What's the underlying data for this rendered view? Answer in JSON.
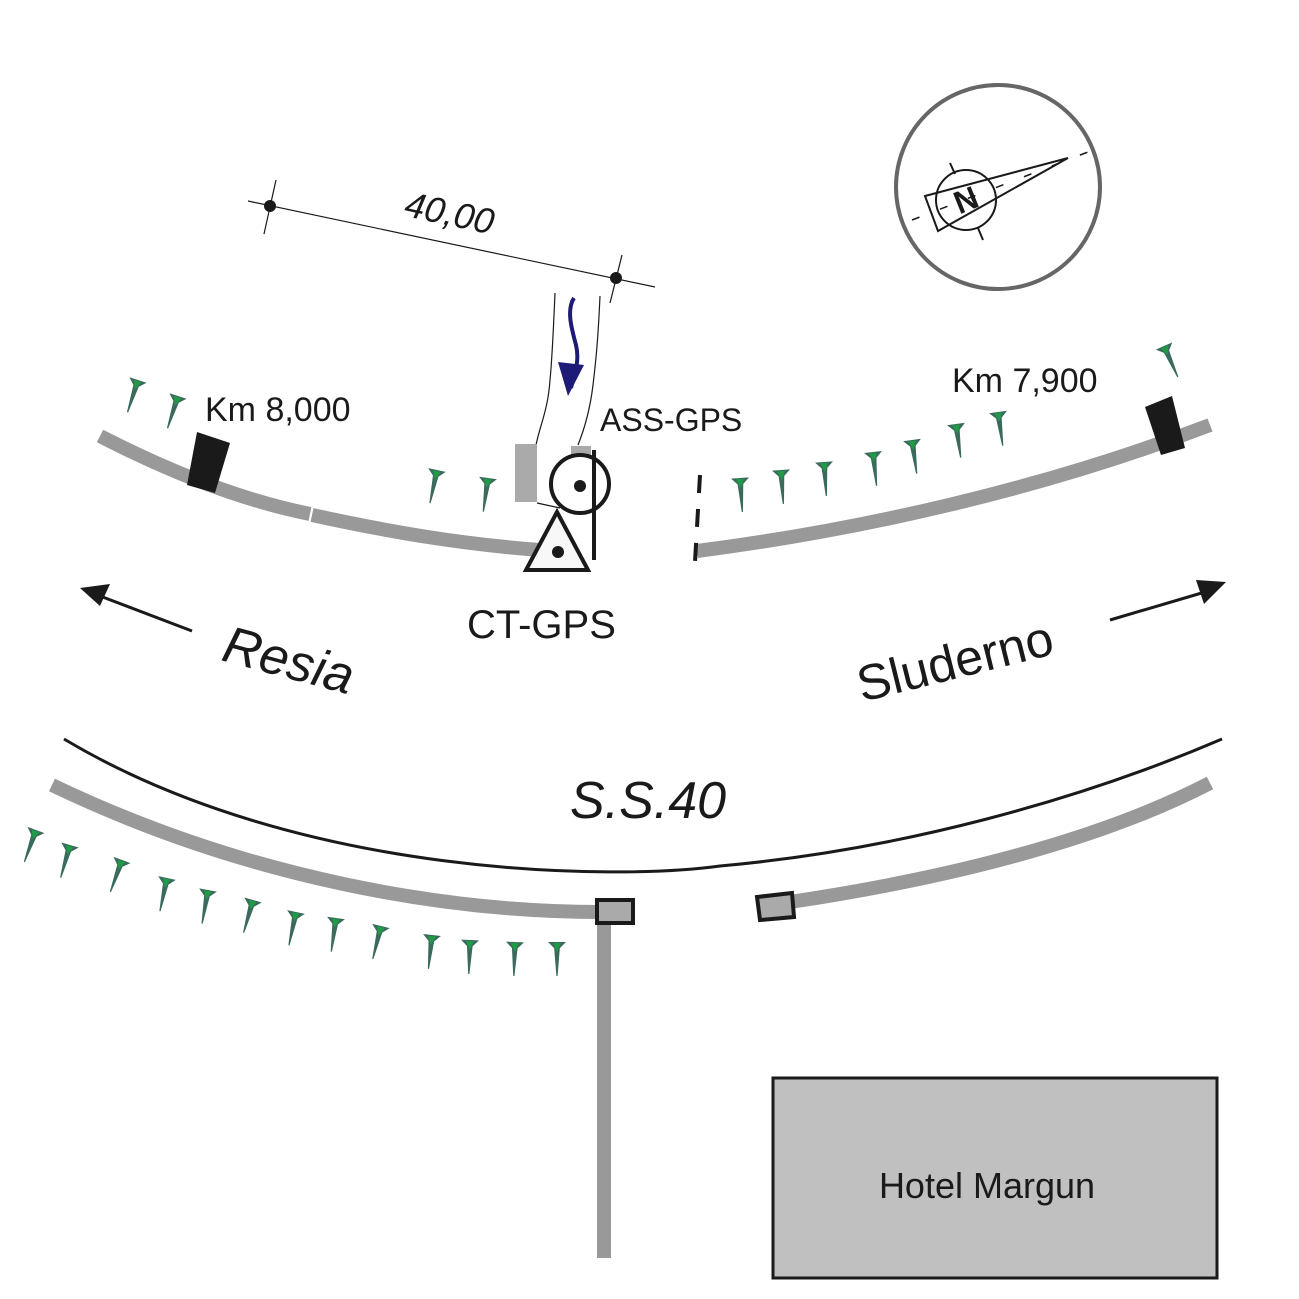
{
  "diagram": {
    "type": "site-map",
    "labels": {
      "dimension": "40,00",
      "km_left": "Km 8,000",
      "km_right": "Km 7,900",
      "ass_gps": "ASS-GPS",
      "ct_gps": "CT-GPS",
      "direction_left": "Resia",
      "direction_right": "Sluderno",
      "road_name": "S.S.40",
      "hotel": "Hotel Margun",
      "north": "N"
    },
    "colors": {
      "road": "#999999",
      "marker": "#1a1a1a",
      "tree": "#3a6a5e",
      "tree_highlight": "#1f9a45",
      "flow_arrow": "#1e1a78",
      "hotel_fill": "#c0c0c0",
      "compass_ring": "#666666"
    },
    "symbols": [
      {
        "name": "ass-gps-station",
        "shape": "circle-with-dot"
      },
      {
        "name": "ct-gps-station",
        "shape": "triangle-with-dot"
      },
      {
        "name": "km-marker",
        "shape": "black-rectangle"
      },
      {
        "name": "tree",
        "shape": "green-pin"
      }
    ]
  }
}
